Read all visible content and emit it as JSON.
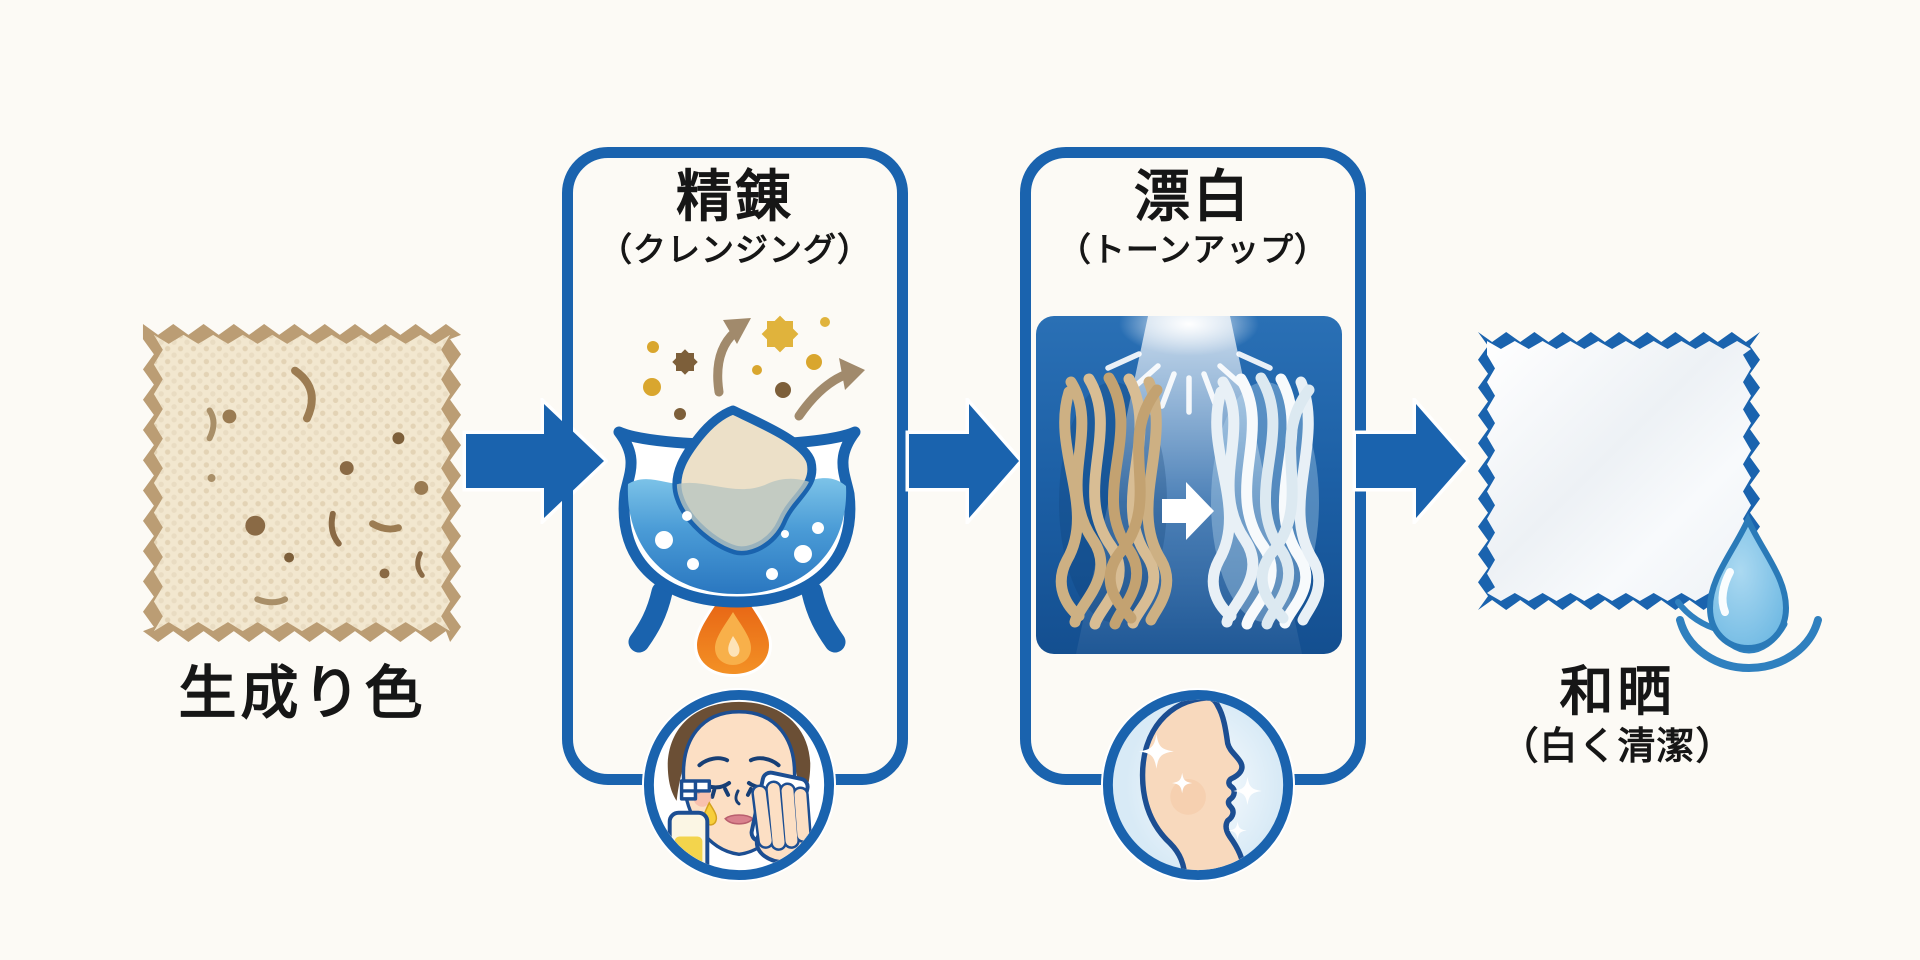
{
  "colors": {
    "background": "#fcfaf5",
    "accent_blue": "#1a63ae",
    "text_black": "#161616",
    "natural_tan": "#bb9d74",
    "natural_fill": "#f2e7cf",
    "water_blue": "#3f97d4",
    "flame_orange": "#ee7418",
    "gold_particle": "#d9a62e",
    "brown_particle": "#7d5f3a",
    "panel_blue": "#1c5fa5",
    "drop_blue": "#79c0e6"
  },
  "source": {
    "label": "生成り色",
    "swatch_icon": "natural-fabric-swatch"
  },
  "steps": [
    {
      "title": "精錬",
      "subtitle": "（クレンジング）",
      "icons": [
        "impurity-particles-icon",
        "boiling-pot-icon",
        "flame-icon",
        "face-cleansing-icon"
      ]
    },
    {
      "title": "漂白",
      "subtitle": "（トーンアップ）",
      "icons": [
        "light-rays-icon",
        "fiber-bundle-natural-icon",
        "fiber-bundle-white-icon",
        "bright-face-icon"
      ]
    }
  ],
  "result": {
    "title": "和晒",
    "subtitle": "（白く清潔）",
    "swatch_icon": "white-fabric-swatch",
    "drop_icon": "water-drop-icon"
  }
}
